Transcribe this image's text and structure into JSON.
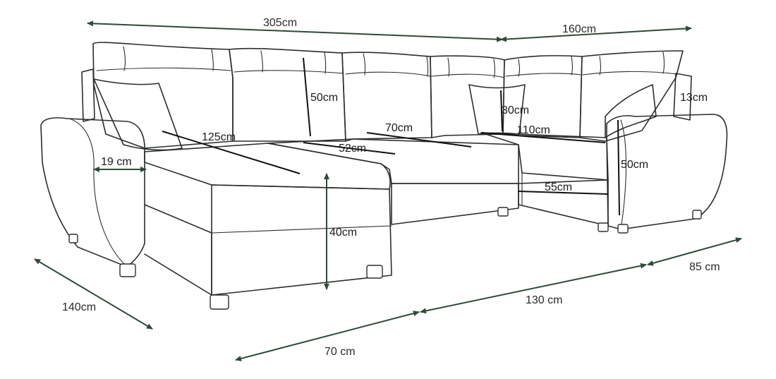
{
  "dimensions": {
    "total_width": "305cm",
    "right_width": "160cm",
    "backrest_height": "50cm",
    "pillow_height": "30cm",
    "armrest_height_label": "13cm",
    "chaise_length": "125cm",
    "seat_depth": "70cm",
    "seat_width_left": "52cm",
    "right_seat_length": "110cm",
    "armrest_width": "19 cm",
    "arm_height": "50cm",
    "right_seat_depth": "55cm",
    "seat_height": "40cm",
    "depth_left": "140cm",
    "front_left": "70 cm",
    "front_mid": "130 cm",
    "front_right": "85 cm"
  },
  "colors": {
    "outline": "#2a2f2a",
    "dimension_line": "#2f4a38"
  }
}
